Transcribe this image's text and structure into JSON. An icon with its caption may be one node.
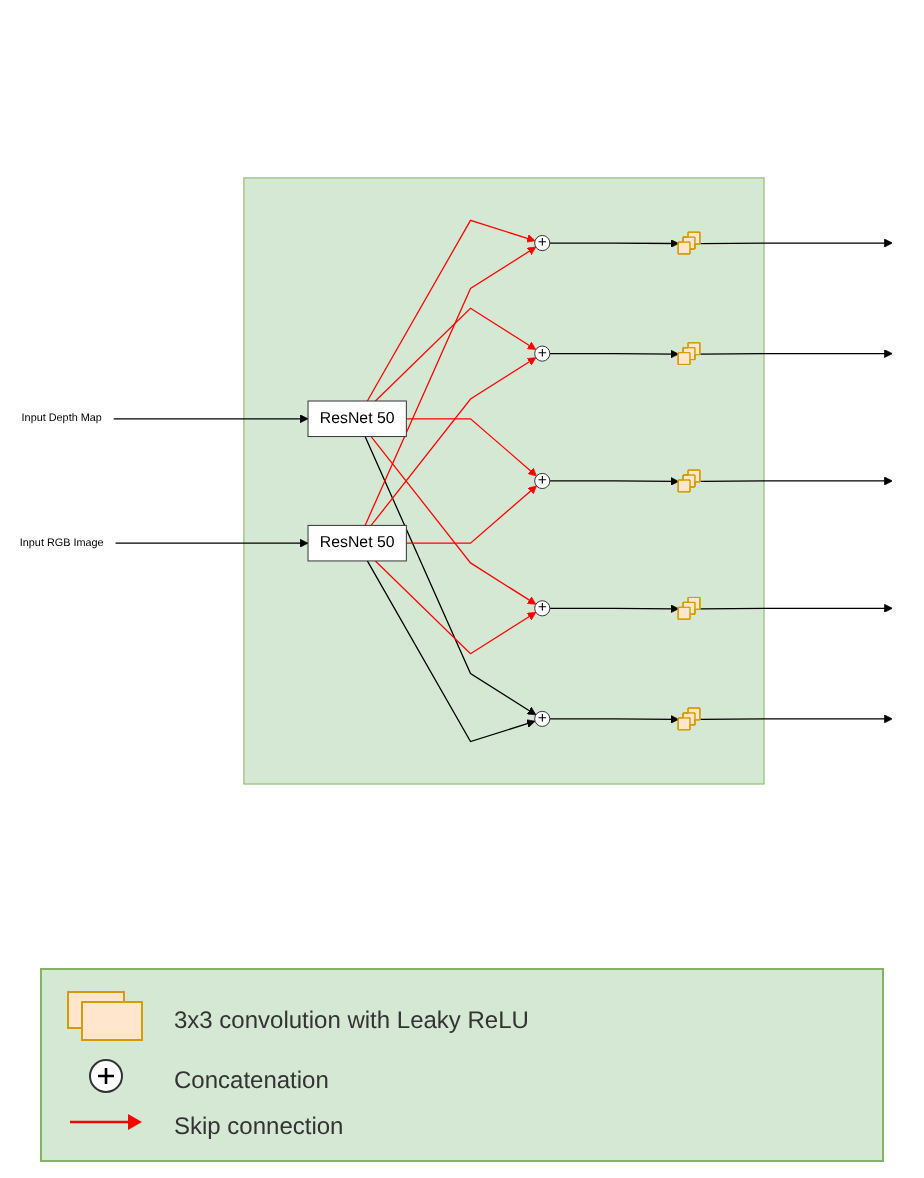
{
  "diagram": {
    "nodes": [
      {
        "text": [],
        "shape": "box"
      },
      {
        "text": [
          "Input Depth Map"
        ]
      },
      {
        "text": [
          "ResNet 50"
        ],
        "in": 0
      },
      {
        "text": [
          "Input RGB Image"
        ]
      },
      {
        "text": [
          "ResNet 50"
        ],
        "in": 0
      },
      {
        "text": [
          "+"
        ],
        "in": 0
      },
      {
        "text": [
          "+"
        ],
        "in": 0
      },
      {
        "text": [
          "+"
        ],
        "in": 0
      },
      {
        "text": [
          "+"
        ],
        "in": 0
      },
      {
        "text": [
          "+"
        ],
        "in": 0
      },
      {
        "text": [],
        "shape": "box",
        "in": 0
      },
      {
        "text": [],
        "shape": "box",
        "in": 0
      },
      {
        "text": [],
        "shape": "box",
        "in": 0
      },
      {
        "text": [],
        "shape": "box",
        "in": 0
      },
      {
        "text": [],
        "shape": "box",
        "in": 0
      }
    ],
    "edges": [
      {
        "from": 1,
        "to": 2,
        "arrow": "to"
      },
      {
        "from": 3,
        "to": 4,
        "arrow": "to"
      },
      {
        "from": 2,
        "to": 5,
        "arrow": "to",
        "color": "#ff0000"
      },
      {
        "from": 2,
        "to": 6,
        "arrow": "to",
        "color": "#ff0000"
      },
      {
        "from": 2,
        "to": 7,
        "arrow": "to",
        "color": "#ff0000"
      },
      {
        "from": 2,
        "to": 8,
        "arrow": "to",
        "color": "#ff0000"
      },
      {
        "from": 2,
        "to": 9,
        "arrow": "to"
      },
      {
        "from": 4,
        "to": 5,
        "arrow": "to",
        "color": "#ff0000"
      },
      {
        "from": 4,
        "to": 6,
        "arrow": "to",
        "color": "#ff0000"
      },
      {
        "from": 4,
        "to": 7,
        "arrow": "to",
        "color": "#ff0000"
      },
      {
        "from": 4,
        "to": 8,
        "arrow": "to",
        "color": "#ff0000"
      },
      {
        "from": 4,
        "to": 9,
        "arrow": "to"
      },
      {
        "from": 5,
        "to": 10,
        "arrow": "to"
      },
      {
        "from": 6,
        "to": 11,
        "arrow": "to"
      },
      {
        "from": 7,
        "to": 12,
        "arrow": "to"
      },
      {
        "from": 8,
        "to": 13,
        "arrow": "to"
      },
      {
        "from": 9,
        "to": 14,
        "arrow": "to"
      },
      {
        "from": 10,
        "to": null,
        "arrow": "to"
      },
      {
        "from": 11,
        "to": null,
        "arrow": "to"
      },
      {
        "from": 12,
        "to": null,
        "arrow": "to"
      },
      {
        "from": 13,
        "to": null,
        "arrow": "to"
      },
      {
        "from": 14,
        "to": null,
        "arrow": "to"
      }
    ],
    "legend": [
      {
        "text": "3x3 convolution with Leaky ReLU"
      },
      {
        "text": "Concatenation"
      },
      {
        "text": "Skip connection"
      }
    ]
  }
}
